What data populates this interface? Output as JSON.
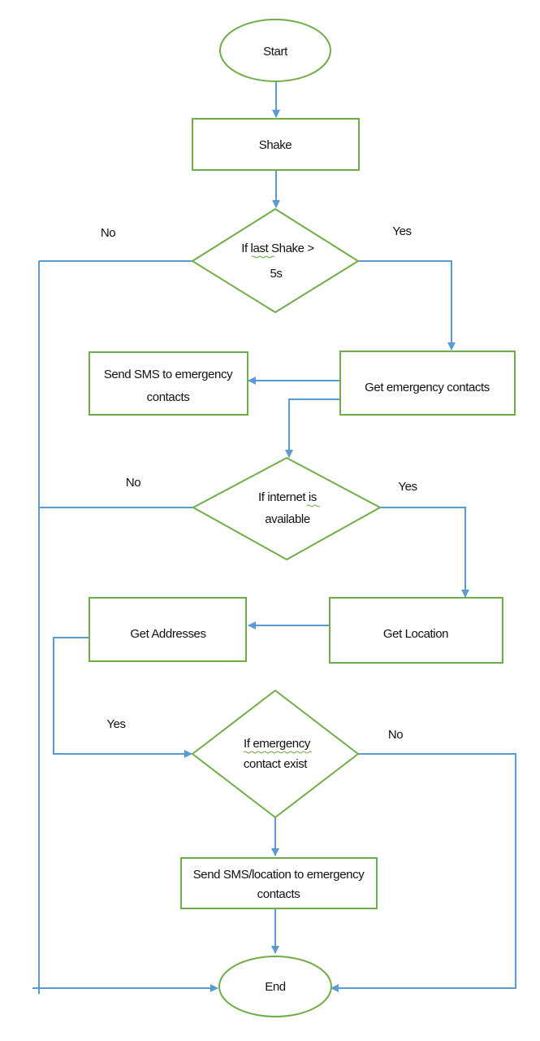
{
  "colors": {
    "node_stroke": "#70ad47",
    "edge": "#5b9bd5",
    "text": "#111111",
    "background": "#ffffff"
  },
  "nodes": {
    "start": {
      "label": "Start"
    },
    "shake": {
      "label": "Shake"
    },
    "check_last_shake": {
      "line1": "If last Shake >",
      "line2": "5s"
    },
    "send_sms": {
      "line1": "Send SMS to emergency",
      "line2": "contacts"
    },
    "get_contacts": {
      "label": "Get emergency contacts"
    },
    "check_internet": {
      "line1": "If internet is",
      "line2": "available"
    },
    "get_addresses": {
      "label": "Get Addresses"
    },
    "get_location": {
      "label": "Get Location"
    },
    "check_contact": {
      "line1": "If  emergency",
      "line2": "contact exist"
    },
    "send_sms_location": {
      "line1": "Send SMS/location to emergency",
      "line2": "contacts"
    },
    "end": {
      "label": "End"
    }
  },
  "edge_labels": {
    "last_shake_no": "No",
    "last_shake_yes": "Yes",
    "internet_no": "No",
    "internet_yes": "Yes",
    "contact_yes": "Yes",
    "contact_no": "No"
  }
}
